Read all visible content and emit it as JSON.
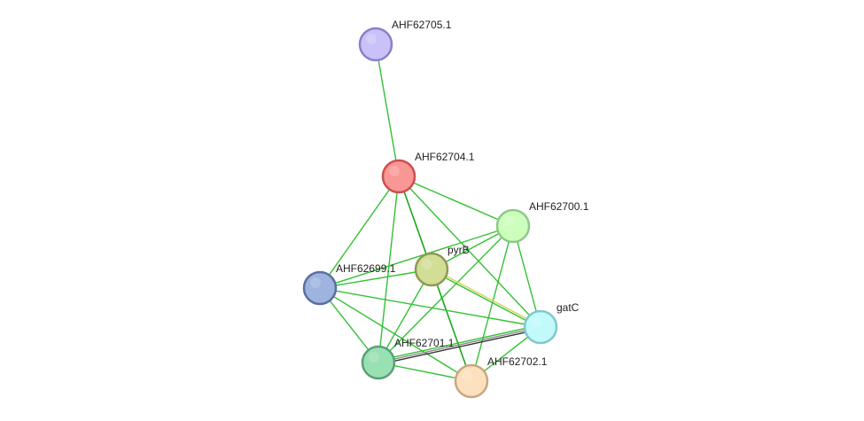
{
  "nodes": [
    {
      "id": "AHF62705.1",
      "label": "AHF62705.1",
      "fill": "#c8c2f8",
      "stroke": "#8a80c8"
    },
    {
      "id": "AHF62704.1",
      "label": "AHF62704.1",
      "fill": "#fa9696",
      "stroke": "#c85050"
    },
    {
      "id": "AHF62700.1",
      "label": "AHF62700.1",
      "fill": "#ccffbb",
      "stroke": "#90c88a"
    },
    {
      "id": "pyrB",
      "label": "pyrB",
      "fill": "#d2dd96",
      "stroke": "#8e9a55"
    },
    {
      "id": "AHF62699.1",
      "label": "AHF62699.1",
      "fill": "#9eb3e0",
      "stroke": "#5a6fa0"
    },
    {
      "id": "gatC",
      "label": "gatC",
      "fill": "#c2fafc",
      "stroke": "#80c8cc"
    },
    {
      "id": "AHF62701.1",
      "label": "AHF62701.1",
      "fill": "#99e0b3",
      "stroke": "#5aa077"
    },
    {
      "id": "AHF62702.1",
      "label": "AHF62702.1",
      "fill": "#fde0bd",
      "stroke": "#c8a880"
    }
  ],
  "edges": [
    {
      "source": "AHF62705.1",
      "target": "AHF62704.1",
      "colors": [
        "#33c133"
      ]
    },
    {
      "source": "AHF62704.1",
      "target": "AHF62700.1",
      "colors": [
        "#33c133"
      ]
    },
    {
      "source": "AHF62704.1",
      "target": "pyrB",
      "colors": [
        "#1aa81a"
      ]
    },
    {
      "source": "AHF62704.1",
      "target": "AHF62699.1",
      "colors": [
        "#33c133"
      ]
    },
    {
      "source": "AHF62704.1",
      "target": "gatC",
      "colors": [
        "#33c133"
      ]
    },
    {
      "source": "AHF62704.1",
      "target": "AHF62701.1",
      "colors": [
        "#33c133"
      ]
    },
    {
      "source": "AHF62704.1",
      "target": "AHF62702.1",
      "colors": [
        "#1aa81a"
      ]
    },
    {
      "source": "AHF62700.1",
      "target": "pyrB",
      "colors": [
        "#33c133"
      ]
    },
    {
      "source": "AHF62700.1",
      "target": "AHF62699.1",
      "colors": [
        "#33c133"
      ]
    },
    {
      "source": "AHF62700.1",
      "target": "gatC",
      "colors": [
        "#33c133"
      ]
    },
    {
      "source": "AHF62700.1",
      "target": "AHF62701.1",
      "colors": [
        "#33c133"
      ]
    },
    {
      "source": "AHF62700.1",
      "target": "AHF62702.1",
      "colors": [
        "#33c133"
      ]
    },
    {
      "source": "pyrB",
      "target": "AHF62699.1",
      "colors": [
        "#33c133"
      ]
    },
    {
      "source": "pyrB",
      "target": "gatC",
      "colors": [
        "#d4d455",
        "#33c133"
      ]
    },
    {
      "source": "pyrB",
      "target": "AHF62701.1",
      "colors": [
        "#33c133"
      ]
    },
    {
      "source": "pyrB",
      "target": "AHF62702.1",
      "colors": [
        "#1aa81a"
      ]
    },
    {
      "source": "AHF62699.1",
      "target": "gatC",
      "colors": [
        "#33c133"
      ]
    },
    {
      "source": "AHF62699.1",
      "target": "AHF62701.1",
      "colors": [
        "#33c133"
      ]
    },
    {
      "source": "AHF62699.1",
      "target": "AHF62702.1",
      "colors": [
        "#33c133"
      ]
    },
    {
      "source": "gatC",
      "target": "AHF62701.1",
      "colors": [
        "#333333",
        "#888888",
        "#33c133"
      ]
    },
    {
      "source": "gatC",
      "target": "AHF62702.1",
      "colors": [
        "#33c133"
      ]
    },
    {
      "source": "AHF62701.1",
      "target": "AHF62702.1",
      "colors": [
        "#33c133"
      ]
    }
  ]
}
